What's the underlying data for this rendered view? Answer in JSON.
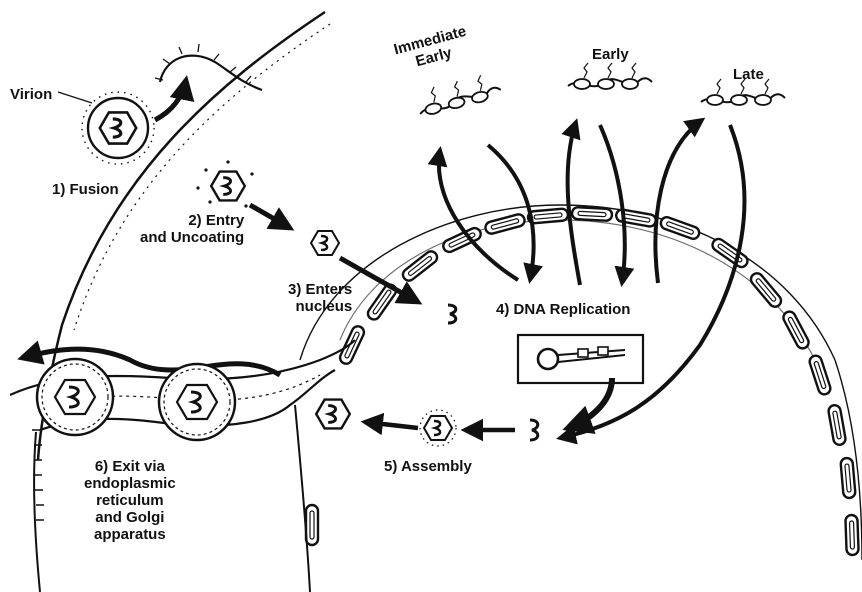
{
  "labels": {
    "virion": "Virion",
    "fusion": "1) Fusion",
    "entry": [
      "2) Entry",
      "and Uncoating"
    ],
    "enters": [
      "3) Enters",
      "nucleus"
    ],
    "replication": "4) DNA Replication",
    "assembly": "5) Assembly",
    "exit": [
      "6) Exit via",
      "endoplasmic",
      "reticulum",
      "and Golgi",
      "apparatus"
    ],
    "immediate": [
      "Immediate",
      "Early"
    ],
    "early": "Early",
    "late": "Late"
  },
  "icons": {
    "virion": "enveloped-virion-icon",
    "capsid": "hexagonal-capsid-icon",
    "dna": "viral-dna-icon"
  },
  "colors": {
    "ink": "#111111",
    "paper": "#ffffff"
  }
}
